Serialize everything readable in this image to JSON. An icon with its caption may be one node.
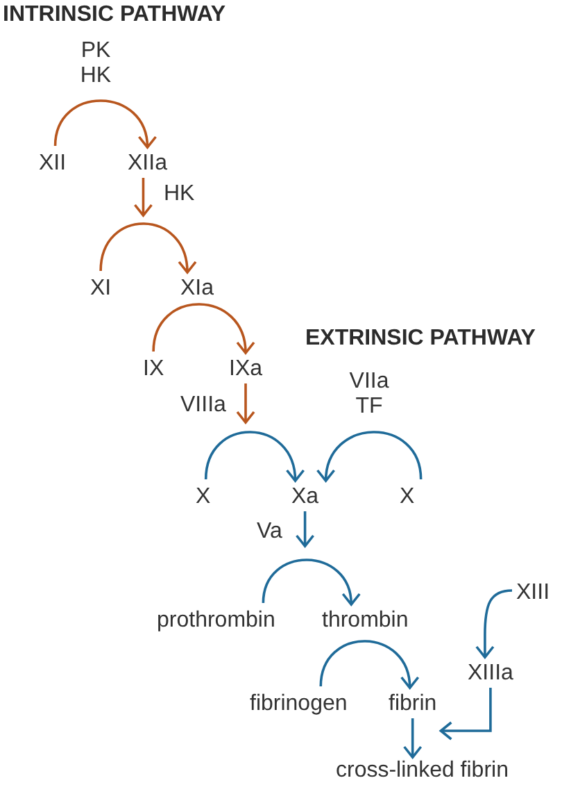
{
  "diagram": {
    "nodes": [
      {
        "text": [
          "XII"
        ]
      },
      {
        "text": [
          "XIIa"
        ]
      },
      {
        "text": [
          "XI"
        ]
      },
      {
        "text": [
          "XIa"
        ]
      },
      {
        "text": [
          "IX"
        ]
      },
      {
        "text": [
          "IXa"
        ]
      },
      {
        "text": [
          "X"
        ]
      },
      {
        "text": [
          "Xa"
        ]
      },
      {
        "text": [
          "X"
        ]
      },
      {
        "text": [
          "prothrombin"
        ]
      },
      {
        "text": [
          "thrombin"
        ]
      },
      {
        "text": [
          "XIII"
        ]
      },
      {
        "text": [
          "fibrinogen"
        ]
      },
      {
        "text": [
          "fibrin"
        ]
      },
      {
        "text": [
          "XIIIa"
        ]
      },
      {
        "text": [
          "cross-linked fibrin"
        ]
      }
    ],
    "edges": [
      {
        "from": 0,
        "to": 1,
        "arrow": "to",
        "label": "PK HK",
        "color": "#b8561e"
      },
      {
        "from": 1,
        "to": null,
        "arrow": "to",
        "label": "HK",
        "color": "#b8561e"
      },
      {
        "from": 2,
        "to": 3,
        "arrow": "to",
        "color": "#b8561e"
      },
      {
        "from": 4,
        "to": 5,
        "arrow": "to",
        "color": "#b8561e"
      },
      {
        "from": 5,
        "to": null,
        "arrow": "to",
        "label": "VIIIa",
        "color": "#b8561e"
      },
      {
        "from": 6,
        "to": 7,
        "arrow": "to"
      },
      {
        "from": 8,
        "to": 7,
        "arrow": "to",
        "label": "VIIa TF"
      },
      {
        "from": 7,
        "to": null,
        "arrow": "to",
        "label": "Va"
      },
      {
        "from": 9,
        "to": 10,
        "arrow": "to"
      },
      {
        "from": 12,
        "to": 13,
        "arrow": "to"
      },
      {
        "from": 11,
        "to": 14,
        "arrow": "to"
      },
      {
        "from": 13,
        "to": 15,
        "arrow": "to"
      },
      {
        "from": 14,
        "to": 13,
        "arrow": "to"
      }
    ],
    "labels": [
      "INTRINSIC PATHWAY",
      "EXTRINSIC PATHWAY"
    ]
  }
}
